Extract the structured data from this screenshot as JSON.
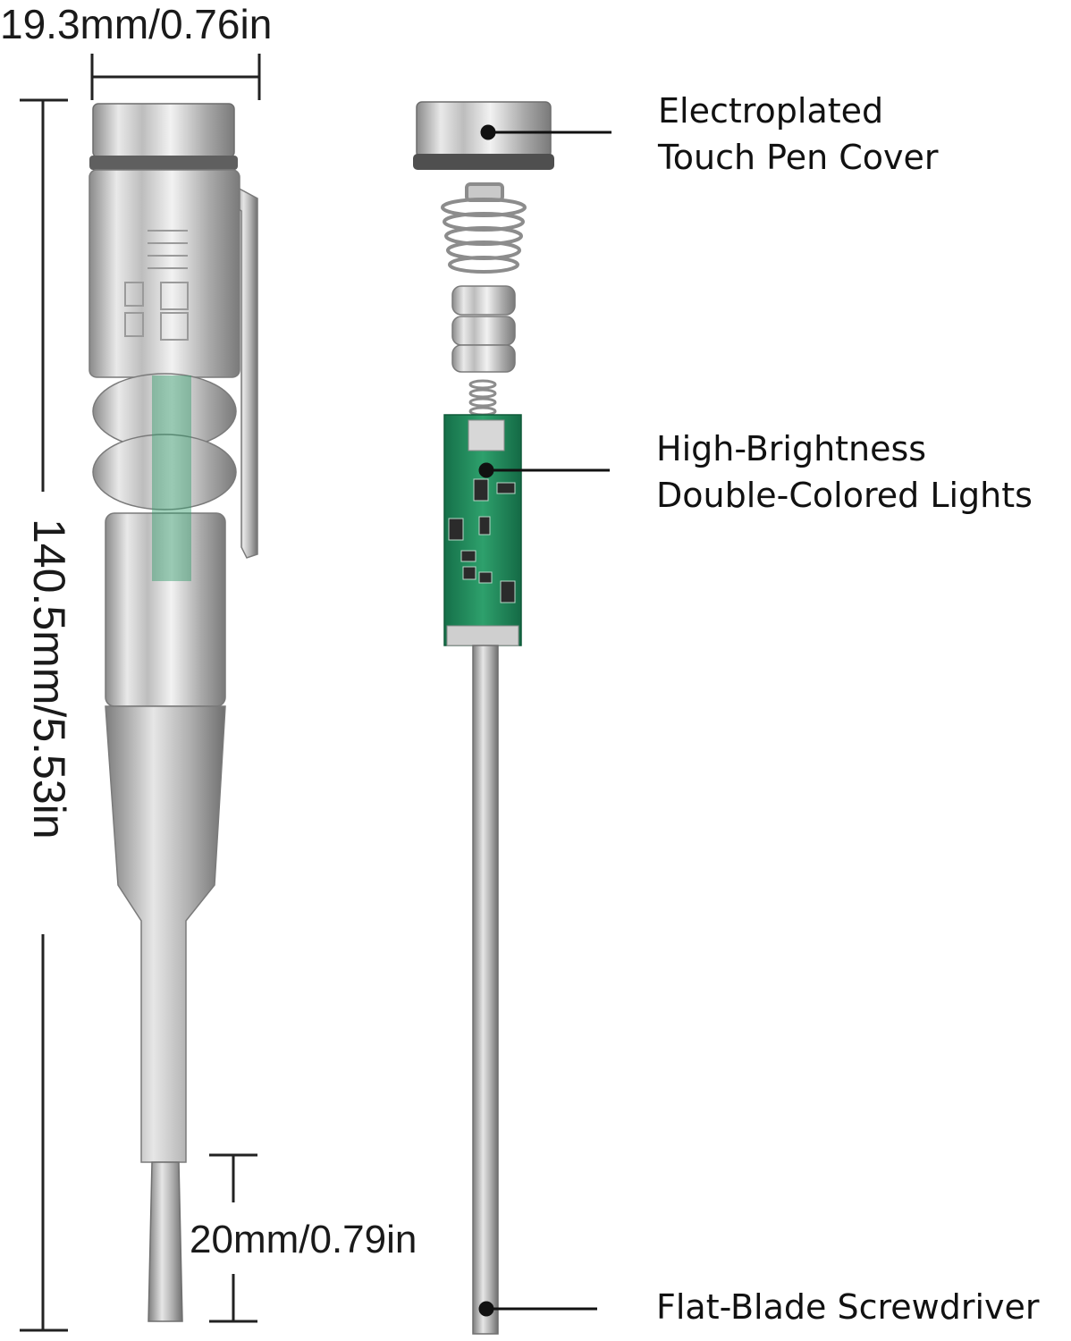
{
  "dimensions": {
    "width": "19.3mm/0.76in",
    "length": "140.5mm/5.53in",
    "tip_length": "20mm/0.79in"
  },
  "callouts": {
    "cover": {
      "line1": "Electroplated",
      "line2": "Touch Pen Cover"
    },
    "lights": {
      "line1": "High-Brightness",
      "line2": "Double-Colored Lights"
    },
    "blade": {
      "line1": "Flat-Blade Screwdriver"
    }
  },
  "colors": {
    "metal": "#c9c9c9",
    "metal_dark": "#8f8f8f",
    "pcb": "#1f8a5c",
    "ink": "#111111"
  }
}
